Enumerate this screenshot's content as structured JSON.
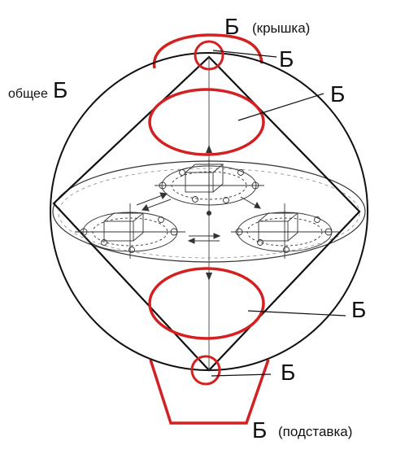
{
  "labels": {
    "lid_letter": "Б",
    "lid_note": "(крышка)",
    "top_letter": "Б",
    "general_text": "общее",
    "general_letter": "Б",
    "upper_letter": "Б",
    "lower_letter": "Б",
    "bottom_letter": "Б",
    "stand_letter": "Б",
    "stand_note": "(подставка)"
  },
  "colors": {
    "outline": "#111111",
    "accent": "#d42020",
    "thin": "#555555"
  }
}
